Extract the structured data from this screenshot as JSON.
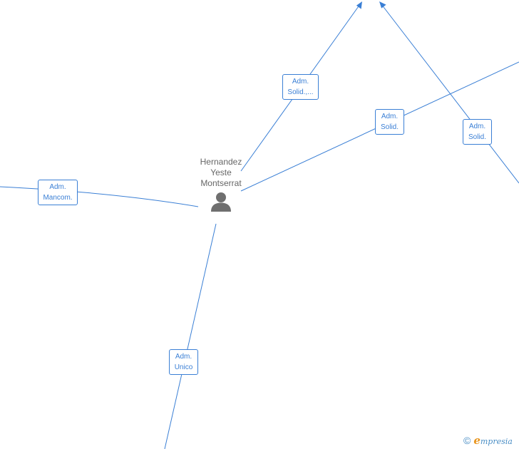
{
  "person": {
    "name_lines": [
      "Hernandez",
      "Yeste",
      "Montserrat"
    ],
    "icon": "person-icon"
  },
  "edges": [
    {
      "id": "solid-trunc",
      "label_lines": [
        "Adm.",
        "Solid.,..."
      ],
      "arrow": true
    },
    {
      "id": "solid-center",
      "label_lines": [
        "Adm.",
        "Solid."
      ],
      "arrow": false
    },
    {
      "id": "solid-right",
      "label_lines": [
        "Adm.",
        "Solid."
      ],
      "arrow": true
    },
    {
      "id": "mancom",
      "label_lines": [
        "Adm.",
        "Mancom."
      ],
      "arrow": false
    },
    {
      "id": "unico",
      "label_lines": [
        "Adm.",
        "Unico"
      ],
      "arrow": false
    }
  ],
  "colors": {
    "edge": "#3a7fd5",
    "node_text": "#666666",
    "icon": "#6f6f6f"
  },
  "brand": {
    "copyright": "©",
    "e_letter": "e",
    "rest": "mpresia"
  }
}
